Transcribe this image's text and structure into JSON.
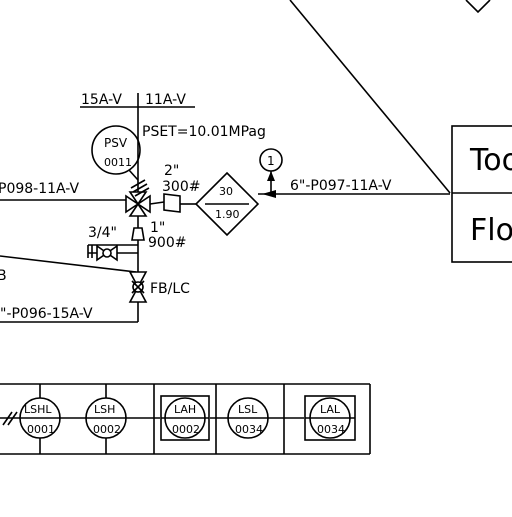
{
  "drawing": {
    "lines": {
      "top_left_line": "15A-V",
      "top_right_line": "11A-V",
      "left_outlet_line": "P098-11A-V",
      "right_inlet_line": "6\"-P097-11A-V",
      "bottom_line": "\"-P096-15A-V",
      "cut_line_text": "B"
    },
    "psv": {
      "tag": "PSV",
      "number": "0011",
      "set_pressure": "PSET=10.01MPag",
      "outlet_size": "2\"",
      "outlet_rating": "300#",
      "inlet_size": "1\"",
      "inlet_rating": "900#"
    },
    "orifice": {
      "top": "30",
      "bottom": "1.90"
    },
    "note_marker": "1",
    "drain_size": "3/4\"",
    "valve_note": "FB/LC",
    "table": {
      "row1": "Too",
      "row2": "Flo"
    },
    "instruments": [
      {
        "tag": "LSHL",
        "number": "0001",
        "boxed": false
      },
      {
        "tag": "LSH",
        "number": "0002",
        "boxed": false
      },
      {
        "tag": "LAH",
        "number": "0002",
        "boxed": true
      },
      {
        "tag": "LSL",
        "number": "0034",
        "boxed": false
      },
      {
        "tag": "LAL",
        "number": "0034",
        "boxed": true
      }
    ]
  }
}
